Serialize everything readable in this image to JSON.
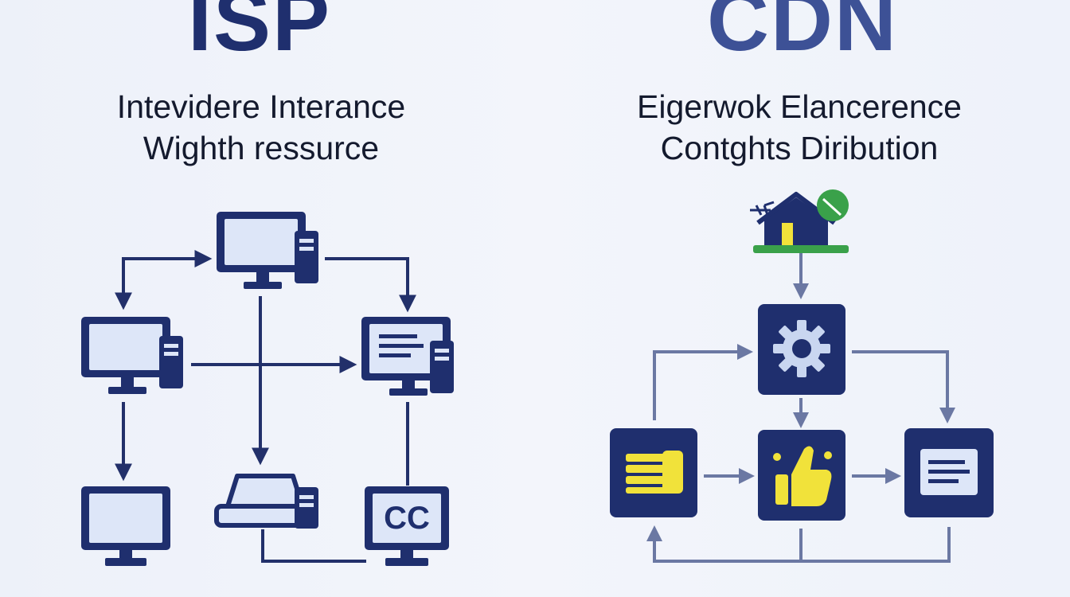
{
  "isp": {
    "title": "ISP",
    "subtitle_line1": "Intevidere Interance",
    "subtitle_line2": "Wighth ressurce",
    "node_label": "CC"
  },
  "cdn": {
    "title": "CDN",
    "subtitle_line1": "Eigerwok Elancerence",
    "subtitle_line2": "Contghts Diribution"
  },
  "colors": {
    "navy": "#1f2f6e",
    "screen_fill": "#dde6f8",
    "arrow_navy": "#22306a",
    "arrow_gray": "#6b78a3",
    "yellow": "#f1e23a",
    "green": "#3aa14a",
    "gear_light": "#c9d6f0"
  }
}
